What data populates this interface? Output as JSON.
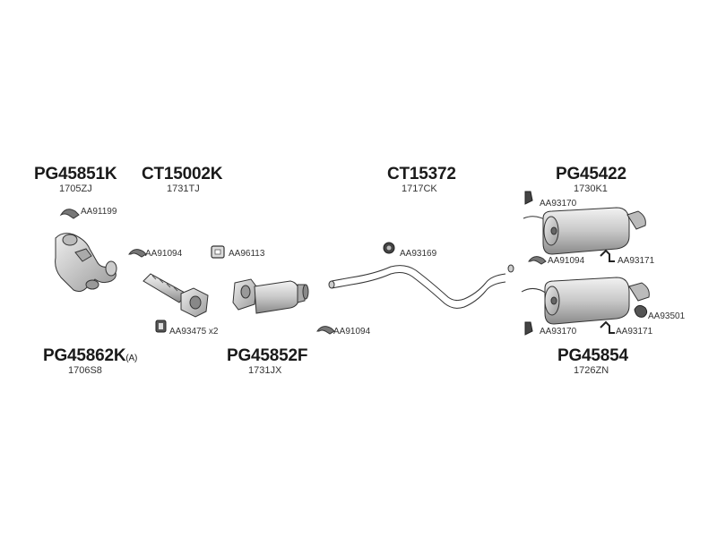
{
  "parts": [
    {
      "key": "pg45851k",
      "number": "PG45851K",
      "code": "1705ZJ"
    },
    {
      "key": "ct15002k",
      "number": "CT15002K",
      "code": "1731TJ"
    },
    {
      "key": "ct15372",
      "number": "CT15372",
      "code": "1717CK"
    },
    {
      "key": "pg45422",
      "number": "PG45422",
      "code": "1730K1"
    },
    {
      "key": "pg45862k",
      "number": "PG45862K",
      "suffix": "(A)",
      "code": "1706S8"
    },
    {
      "key": "pg45852f",
      "number": "PG45852F",
      "code": "1731JX"
    },
    {
      "key": "pg45854",
      "number": "PG45854",
      "code": "1726ZN"
    }
  ],
  "accessories": [
    {
      "key": "aa91199",
      "label": "AA91199",
      "icon": "clamp-icon"
    },
    {
      "key": "aa91094_a",
      "label": "AA91094",
      "icon": "clamp-icon"
    },
    {
      "key": "aa96113",
      "label": "AA96113",
      "icon": "gasket-icon"
    },
    {
      "key": "aa93475",
      "label": "AA93475 x2",
      "icon": "nut-icon"
    },
    {
      "key": "aa91094_b",
      "label": "AA91094",
      "icon": "clamp-icon"
    },
    {
      "key": "aa93169",
      "label": "AA93169",
      "icon": "rubber-mount-icon"
    },
    {
      "key": "aa93170_a",
      "label": "AA93170",
      "icon": "bracket-icon"
    },
    {
      "key": "aa91094_c",
      "label": "AA91094",
      "icon": "clamp-icon"
    },
    {
      "key": "aa93171_a",
      "label": "AA93171",
      "icon": "hanger-icon"
    },
    {
      "key": "aa93501",
      "label": "AA93501",
      "icon": "heat-shield-icon"
    },
    {
      "key": "aa93170_b",
      "label": "AA93170",
      "icon": "bracket-icon"
    },
    {
      "key": "aa93171_b",
      "label": "AA93171",
      "icon": "hanger-icon"
    }
  ]
}
